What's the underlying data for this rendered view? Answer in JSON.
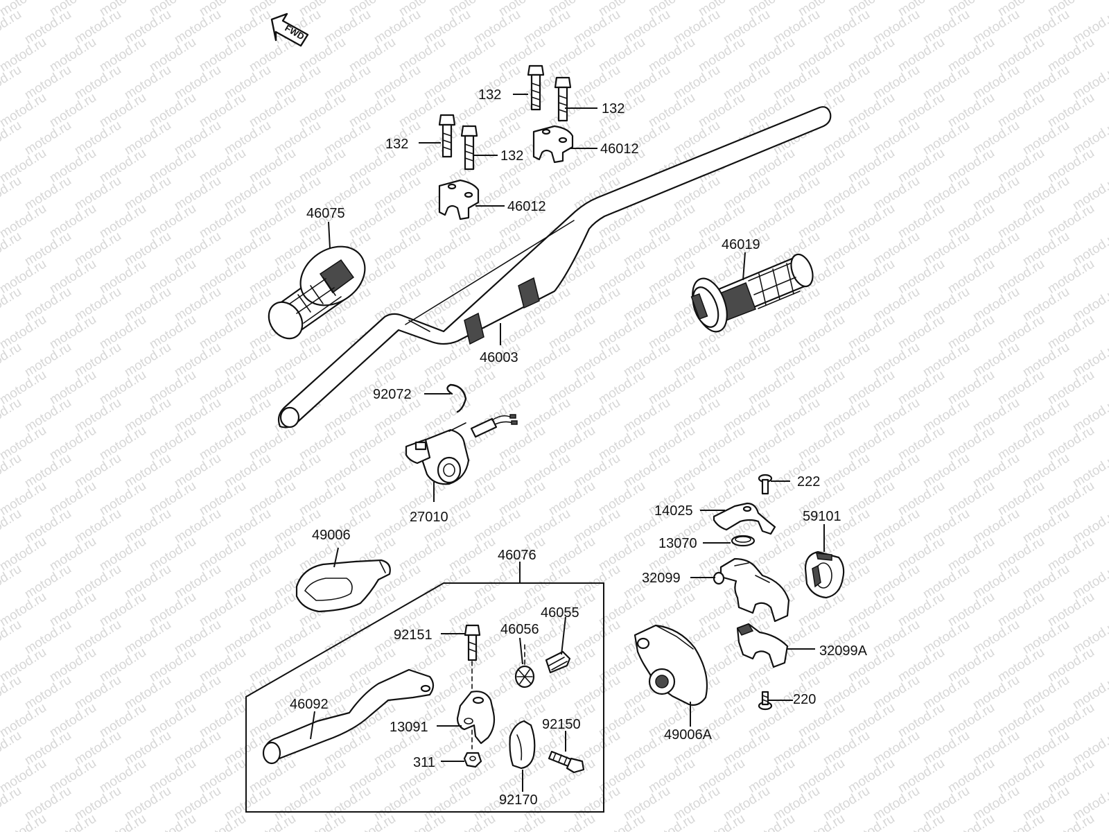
{
  "watermark": "motod.ru",
  "direction_label": "FWD",
  "part_labels": {
    "p132_a": "132",
    "p132_b": "132",
    "p132_c": "132",
    "p132_d": "132",
    "p46012_a": "46012",
    "p46012_b": "46012",
    "p46075": "46075",
    "p46019": "46019",
    "p46003": "46003",
    "p92072": "92072",
    "p27010": "27010",
    "p222": "222",
    "p14025": "14025",
    "p59101": "59101",
    "p13070": "13070",
    "p32099": "32099",
    "p49006": "49006",
    "p46076": "46076",
    "p46055": "46055",
    "p92151": "92151",
    "p46056": "46056",
    "p32099A": "32099A",
    "p46092": "46092",
    "p220": "220",
    "p92150": "92150",
    "p13091": "13091",
    "p49006A": "49006A",
    "p311": "311",
    "p92170": "92170"
  }
}
